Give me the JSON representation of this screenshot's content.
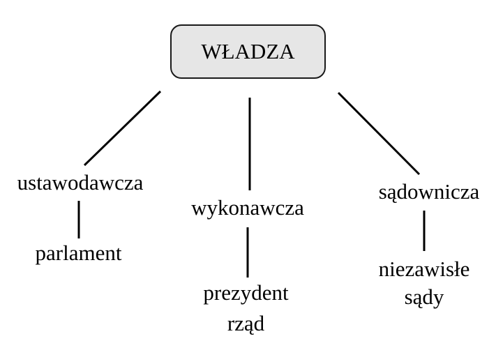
{
  "root": {
    "label": "WŁADZA"
  },
  "branches": [
    {
      "label": "ustawodawcza",
      "children": [
        "parlament"
      ]
    },
    {
      "label": "wykonawcza",
      "children": [
        "prezydent",
        "rząd"
      ]
    },
    {
      "label": "sądownicza",
      "children": [
        "niezawisłe",
        "sądy"
      ]
    }
  ],
  "colors": {
    "box_fill": "#e6e6e6",
    "stroke": "#1a1a1a"
  }
}
